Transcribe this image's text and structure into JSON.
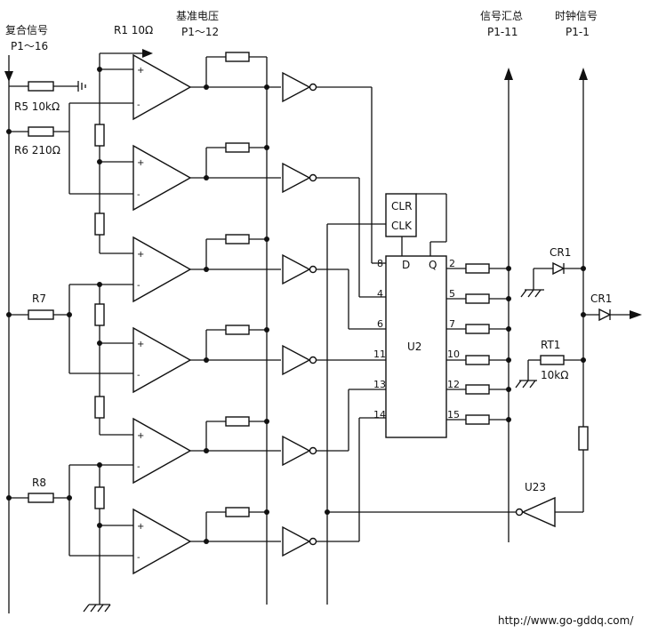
{
  "labels": {
    "composite_signal": "复合信号",
    "composite_pin": "P1～16",
    "reference_voltage": "基准电压",
    "reference_pin": "P1～12",
    "signal_sum": "信号汇总",
    "signal_sum_pin": "P1-11",
    "clock_signal": "时钟信号",
    "clock_pin": "P1-1"
  },
  "components": {
    "r1": "R1  10Ω",
    "r5": "R5  10kΩ",
    "r6": "R6  210Ω",
    "r7": "R7",
    "r8": "R8",
    "cr1_top": "CR1",
    "cr1_right": "CR1",
    "rt1": "RT1",
    "rt1_value": "10kΩ",
    "u23": "U23",
    "u2": "U2",
    "clr": "CLR",
    "clk": "CLK",
    "d": "D",
    "q": "Q"
  },
  "pins": {
    "left": [
      "8",
      "4",
      "6",
      "11",
      "13",
      "14"
    ],
    "right": [
      "2",
      "5",
      "7",
      "10",
      "12",
      "15"
    ]
  },
  "watermark": "http://www.go-gddq.com/"
}
